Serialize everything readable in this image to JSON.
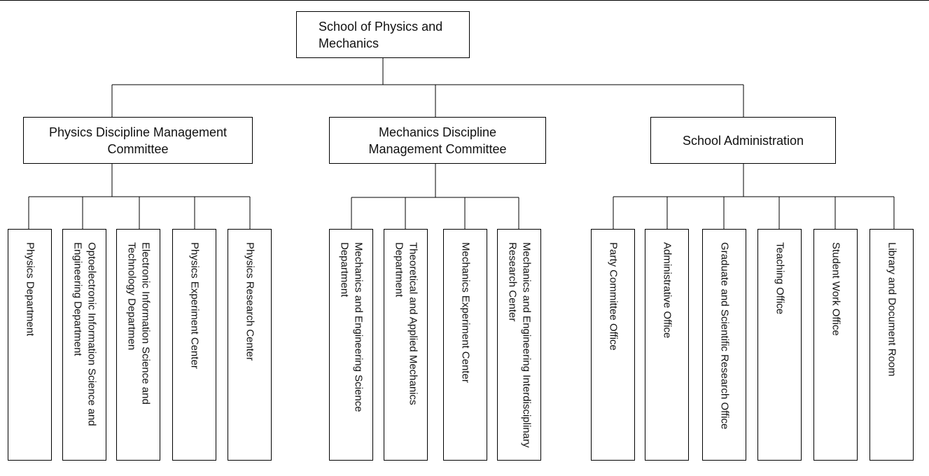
{
  "root": {
    "label": "School of Physics and Mechanics"
  },
  "groups": [
    {
      "label": "Physics Discipline Management Committee",
      "children": [
        "Physics Department",
        "Optoelectronic Information Science and Engineering Department",
        "Electronic Information Science and Technology Departmen",
        "Physics Experiment Center",
        "Physics Research Center"
      ]
    },
    {
      "label": "Mechanics Discipline Management Committee",
      "children": [
        "Mechanics and Engineering Science Department",
        "Theoretical and Applied Mechanics Department",
        "Mechanics Experiment Center",
        "Mechanics and Engineering Interdisciplinary Research Center"
      ]
    },
    {
      "label": "School Administration",
      "children": [
        "Party Committee Office",
        "Administrative Office",
        "Graduate and Scientific Research Office",
        "Teaching Office",
        "Student Work Office",
        "Library and Document Room"
      ]
    }
  ]
}
